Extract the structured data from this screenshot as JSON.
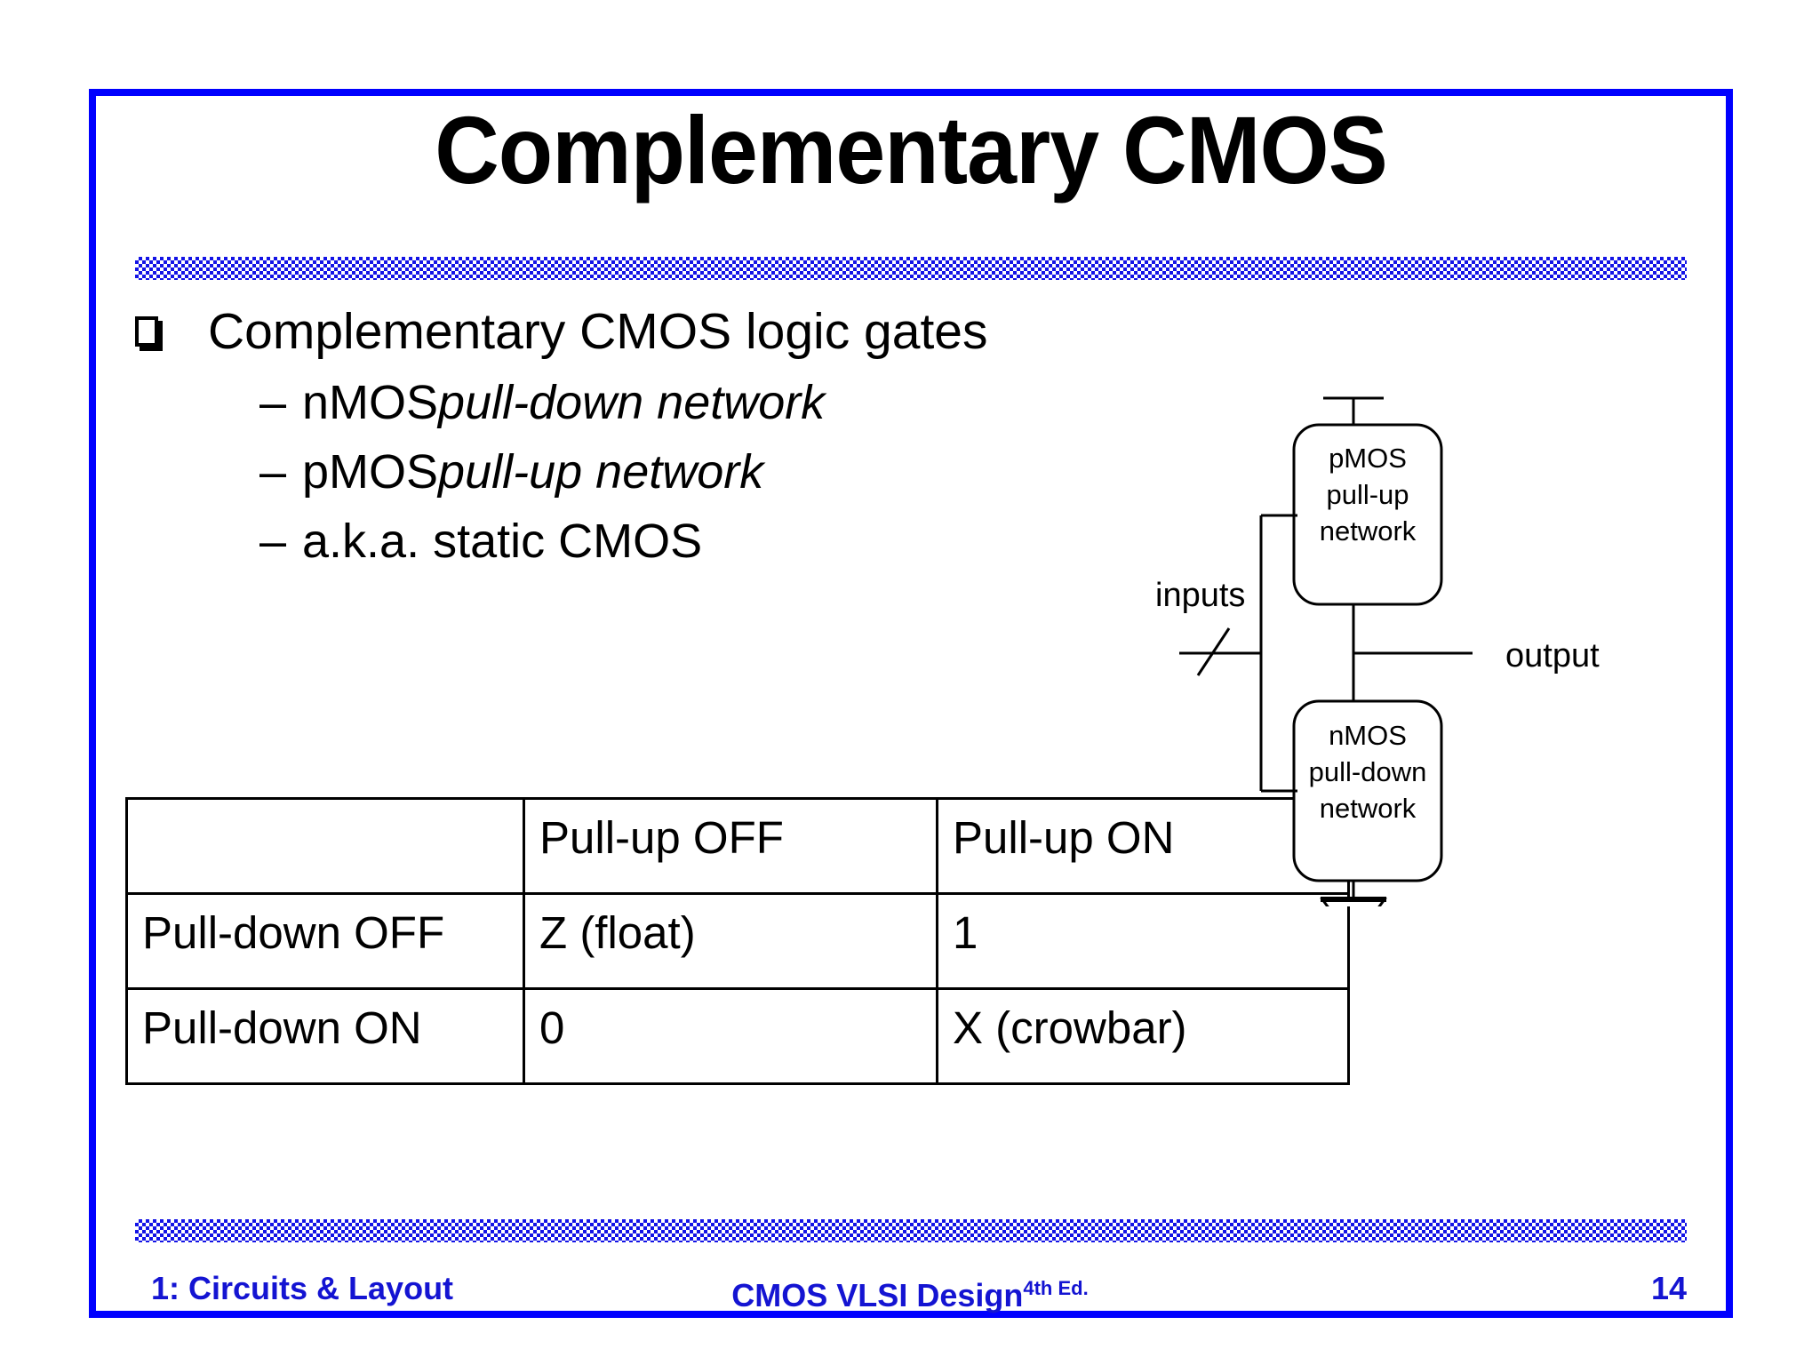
{
  "slide": {
    "title": "Complementary CMOS",
    "accent_color": "#0000FF",
    "footer_color": "#1414D2",
    "separator_color": "#1414E6"
  },
  "bullets": {
    "level1": "Complementary CMOS logic gates",
    "dash": "–",
    "sub": [
      {
        "plain": "nMOS ",
        "italic": "pull-down network"
      },
      {
        "plain": "pMOS ",
        "italic": "pull-up network"
      },
      {
        "plain": "a.k.a. static CMOS",
        "italic": ""
      }
    ]
  },
  "table": {
    "headers": [
      "",
      "Pull-up OFF",
      "Pull-up ON"
    ],
    "rows": [
      {
        "label": "Pull-down OFF",
        "cells": [
          "Z (float)",
          "1"
        ]
      },
      {
        "label": "Pull-down ON",
        "cells": [
          "0",
          "X (crowbar)"
        ]
      }
    ]
  },
  "diagram": {
    "pmos_block": [
      "pMOS",
      "pull-up",
      "network"
    ],
    "nmos_block": [
      "nMOS",
      "pull-down",
      "network"
    ],
    "input_label": "inputs",
    "output_label": "output"
  },
  "footer": {
    "left": "1: Circuits & Layout",
    "center_main": "CMOS VLSI Design",
    "center_edition": "4th Ed.",
    "page": "14"
  }
}
